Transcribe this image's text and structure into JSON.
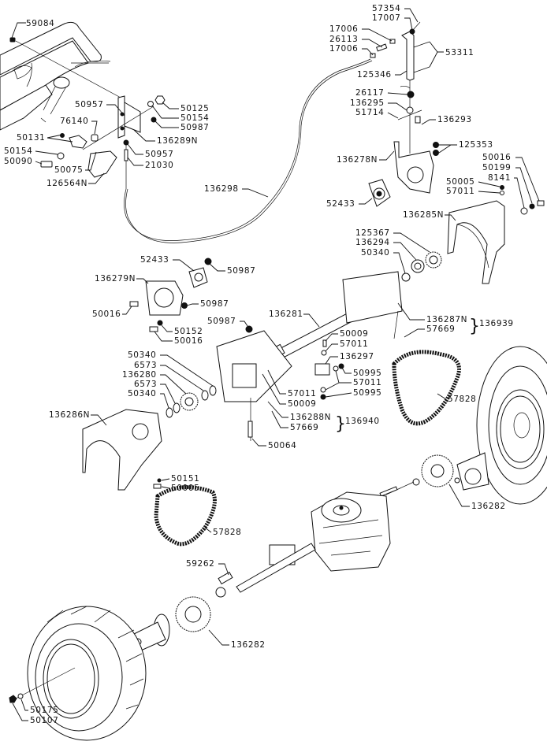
{
  "title": "Transmission and drive parts diagram",
  "labels": {
    "p59084": "59084",
    "p50957a": "50957",
    "p76140": "76140",
    "p50131": "50131",
    "p50154a": "50154",
    "p50090": "50090",
    "p50075": "50075",
    "p126564N": "126564N",
    "p50125": "50125",
    "p50154b": "50154",
    "p50987a": "50987",
    "p136289N": "136289N",
    "p50957b": "50957",
    "p21030": "21030",
    "p136298": "136298",
    "p57354": "57354",
    "p17007": "17007",
    "p17006a": "17006",
    "p26113": "26113",
    "p17006b": "17006",
    "p53311": "53311",
    "p125346": "125346",
    "p26117": "26117",
    "p136295": "136295",
    "p51714": "51714",
    "p136293": "136293",
    "p125353": "125353",
    "p136278N": "136278N",
    "p52433a": "52433",
    "p50016a": "50016",
    "p50199": "50199",
    "p8141": "8141",
    "p50005a": "50005",
    "p57011a": "57011",
    "p136285N": "136285N",
    "p125367": "125367",
    "p136294": "136294",
    "p50340a": "50340",
    "p52433b": "52433",
    "p50987b": "50987",
    "p136279N": "136279N",
    "p50987c": "50987",
    "p50016b": "50016",
    "p50152": "50152",
    "p50016c": "50016",
    "p136281": "136281",
    "p50987d": "50987",
    "p136287N": "136287N",
    "p57669a": "57669",
    "p136939": "136939",
    "p50009a": "50009",
    "p57011b": "57011",
    "p136297": "136297",
    "p50995a": "50995",
    "p57011c": "57011",
    "p50995b": "50995",
    "p50340b": "50340",
    "p6573a": "6573",
    "p136280": "136280",
    "p6573b": "6573",
    "p50340c": "50340",
    "p57011d": "57011",
    "p50009b": "50009",
    "p136288N": "136288N",
    "p57669b": "57669",
    "p136940": "136940",
    "p50064": "50064",
    "p136286N": "136286N",
    "p50151": "50151",
    "p50005b": "50005",
    "p57828a": "57828",
    "p57828b": "57828",
    "p136282a": "136282",
    "p59262": "59262",
    "p136282b": "136282",
    "p50175": "50175",
    "p50107": "50107"
  },
  "groups": {
    "brace_top": "}",
    "brace_bottom": "}"
  }
}
